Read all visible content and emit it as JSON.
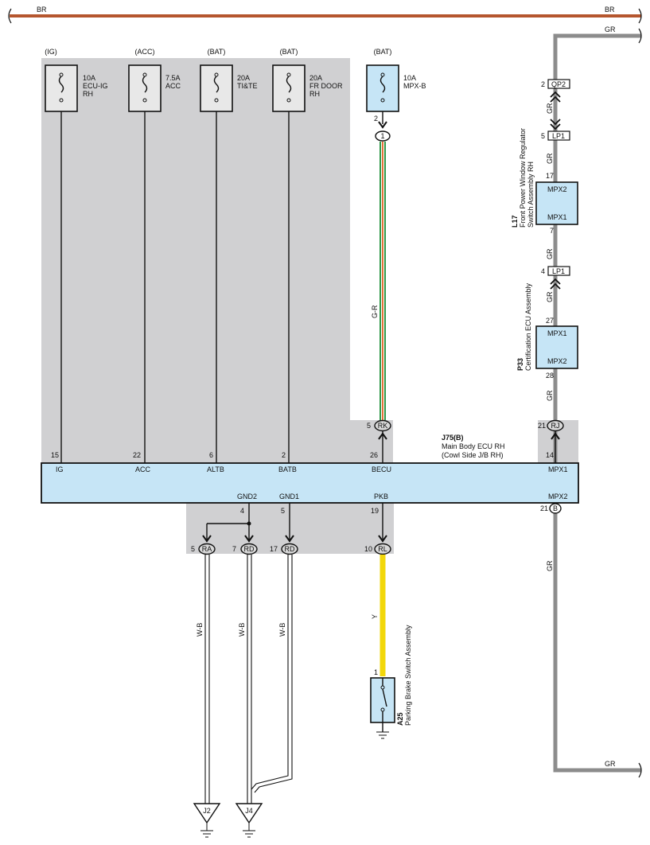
{
  "top_wires": {
    "br_left": "BR",
    "br_right": "BR",
    "gr_top": "GR",
    "gr_bottom": "GR"
  },
  "fuses": [
    {
      "source": "(IG)",
      "rating": "10A",
      "line2": "ECU-IG",
      "line3": "RH",
      "pin": "15",
      "ecu_label": "IG"
    },
    {
      "source": "(ACC)",
      "rating": "7.5A",
      "line2": "ACC",
      "line3": "",
      "pin": "22",
      "ecu_label": "ACC"
    },
    {
      "source": "(BAT)",
      "rating": "20A",
      "line2": "TI&TE",
      "line3": "",
      "pin": "6",
      "ecu_label": "ALTB"
    },
    {
      "source": "(BAT)",
      "rating": "20A",
      "line2": "FR DOOR",
      "line3": "RH",
      "pin": "2",
      "ecu_label": "BATB"
    }
  ],
  "mpxb_fuse": {
    "source": "(BAT)",
    "rating": "10A",
    "line2": "MPX-B",
    "pin_out": "2",
    "connector": "1",
    "wire": "G-R",
    "rk_pin": "5",
    "rk": "RK",
    "ecu_pin": "26",
    "ecu_label": "BECU"
  },
  "ecu": {
    "code": "J75(B)",
    "name": "Main Body ECU RH",
    "sub": "(Cowl Side J/B RH)",
    "mpx1": "MPX1",
    "mpx2": "MPX2",
    "mpx1_pin": "14",
    "rj_pin": "21",
    "rj": "RJ",
    "b_pin": "21",
    "b": "B",
    "gnd2": "GND2",
    "gnd2_pin": "4",
    "gnd1": "GND1",
    "gnd1_pin": "5",
    "pkb": "PKB",
    "pkb_pin": "19"
  },
  "right_chain": {
    "qp2_pin": "2",
    "qp2": "QP2",
    "gr1": "GR",
    "lp1a_pin": "5",
    "lp1a": "LP1",
    "gr2": "GR",
    "l17_pin_top": "17",
    "l17_box_top": "MPX2",
    "l17_box_bottom": "MPX1",
    "l17_code": "L17",
    "l17_name1": "Front Power Window Regulator",
    "l17_name2": "Switch Assembly RH",
    "l17_pin_bottom": "7",
    "gr3": "GR",
    "lp1b_pin": "4",
    "lp1b": "LP1",
    "gr4": "GR",
    "p33_pin_top": "27",
    "p33_box_top": "MPX1",
    "p33_box_bottom": "MPX2",
    "p33_code": "P33",
    "p33_name": "Certification ECU Assembly",
    "p33_pin_bottom": "28",
    "gr5": "GR",
    "gr_lower": "GR"
  },
  "grounds": {
    "ra_pin": "5",
    "ra": "RA",
    "rd1_pin": "7",
    "rd1": "RD",
    "rd2_pin": "17",
    "rd2": "RD",
    "wire": "W-B",
    "j2": "J2",
    "j4": "J4"
  },
  "parking": {
    "rl_pin": "10",
    "rl": "RL",
    "wire": "Y",
    "sw_pin": "1",
    "code": "A25",
    "name": "Parking Brake Switch Assembly"
  }
}
